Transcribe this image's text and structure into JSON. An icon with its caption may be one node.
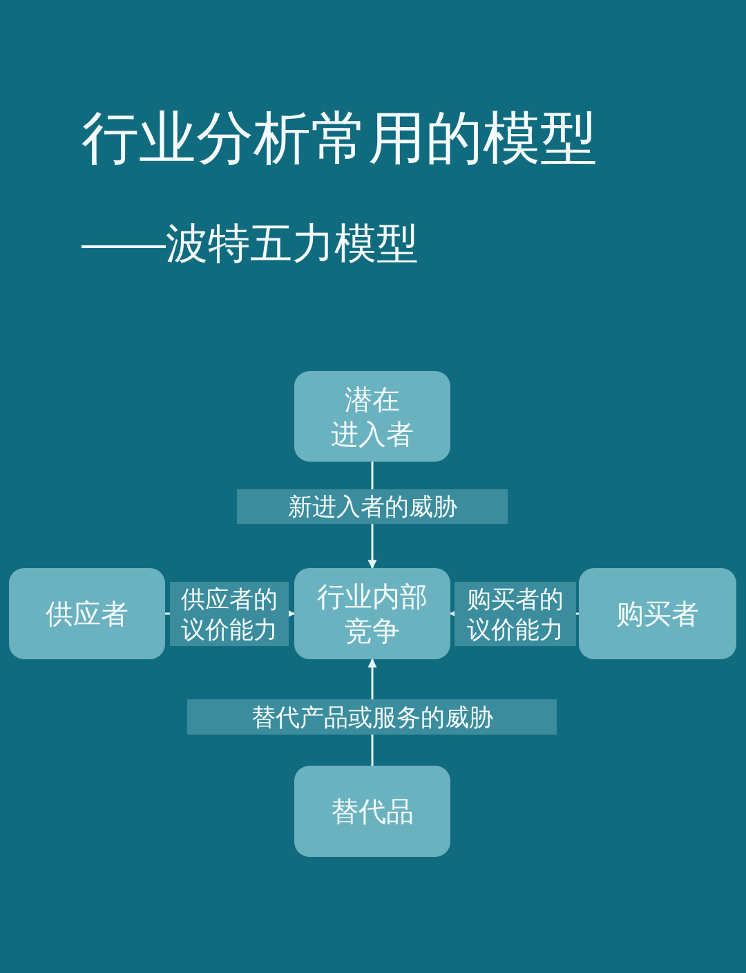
{
  "diagram": {
    "title": "行业分析常用的模型",
    "nodes": [
      {
        "text": [
          "潜在进入者"
        ]
      },
      {
        "text": [
          "供应者"
        ]
      },
      {
        "text": [
          "行业内部竞争"
        ]
      },
      {
        "text": [
          "购买者"
        ]
      },
      {
        "text": [
          "替代品"
        ]
      }
    ],
    "edges": [
      {
        "from": 0,
        "to": 2,
        "arrow": "to",
        "label": "新进入者的威胁"
      },
      {
        "from": 1,
        "to": 2,
        "arrow": "to",
        "label": "供应者的议价能力"
      },
      {
        "from": 3,
        "to": 2,
        "arrow": "to",
        "label": "购买者的议价能力"
      },
      {
        "from": 4,
        "to": 2,
        "arrow": "to",
        "label": "替代产品或服务的威胁"
      }
    ],
    "labels": [
      "——波特五力模型"
    ]
  }
}
